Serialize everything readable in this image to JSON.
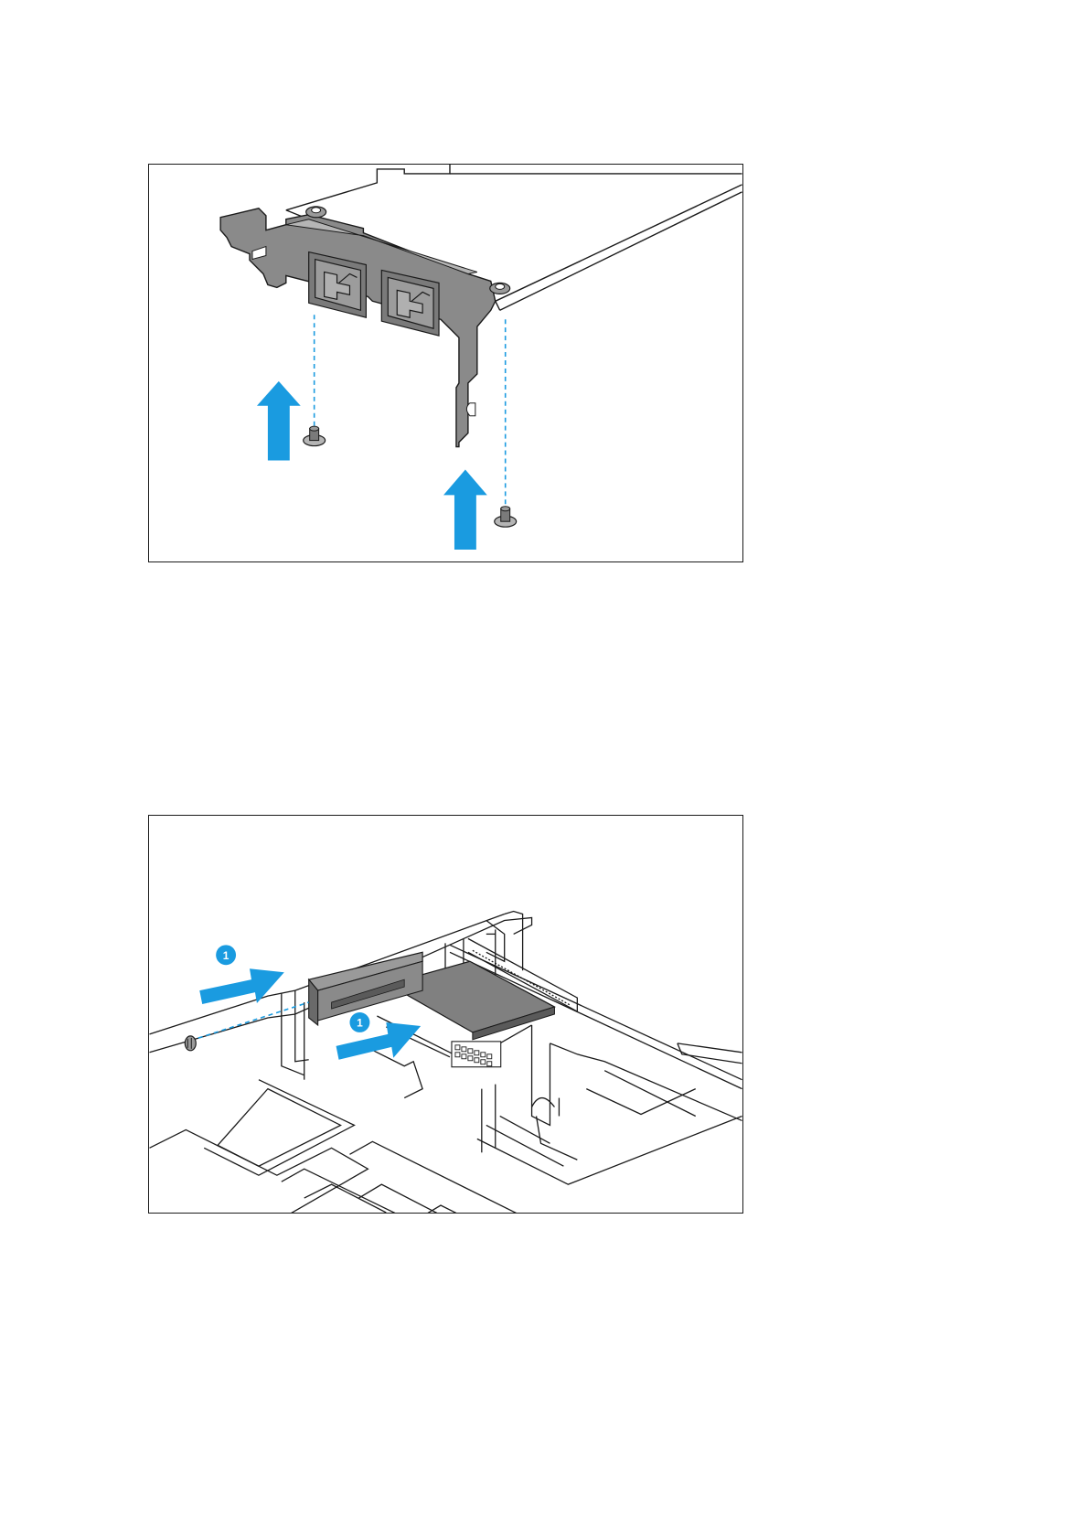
{
  "figures": [
    {
      "id": "figure-1",
      "depicts": "expansion-card-bracket-screws-removal"
    },
    {
      "id": "figure-2",
      "depicts": "expansion-card-insertion-into-slot",
      "step_badges": [
        "1",
        "1"
      ]
    }
  ],
  "colors": {
    "arrow": "#1a9be0",
    "line": "#1a1a1a",
    "bracket": "#8a8a8a",
    "card": "#808080",
    "frame": "#1a1a1a"
  }
}
